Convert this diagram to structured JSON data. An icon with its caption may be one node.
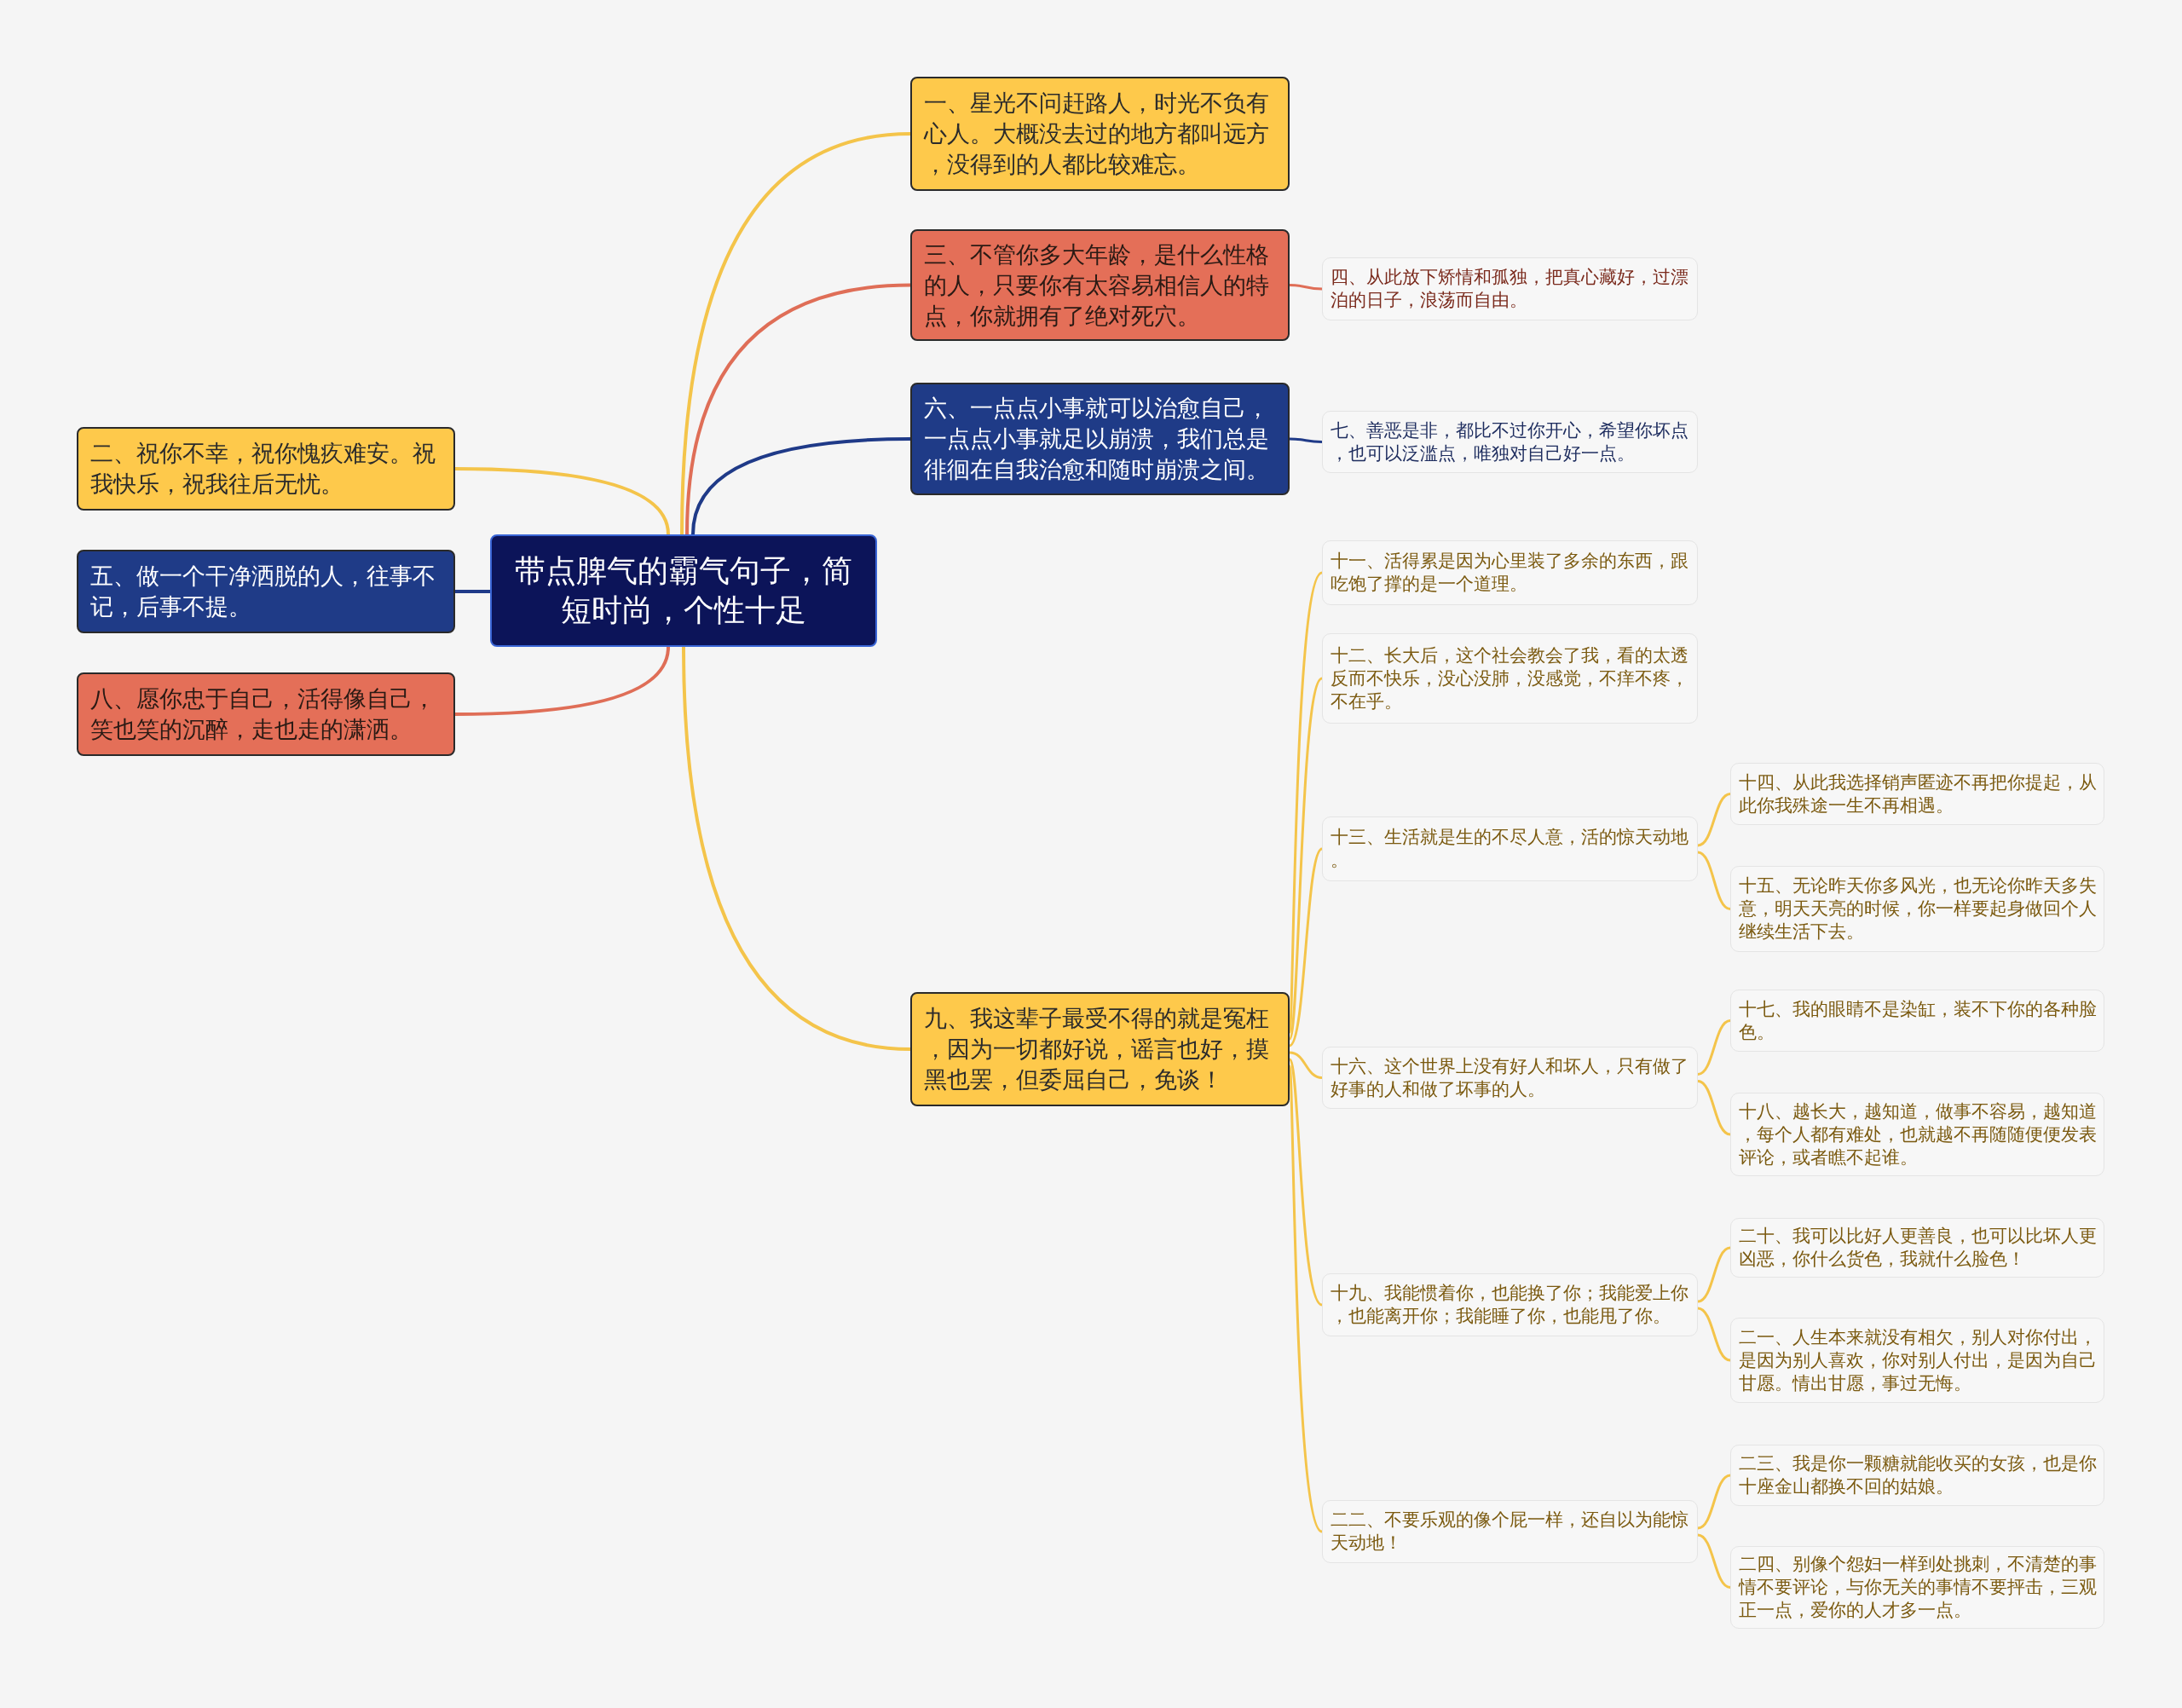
{
  "diagram": {
    "nodes": [
      {
        "text": [
          "带点脾气的霸气句子，简短时尚，个性十足"
        ]
      },
      {
        "text": [
          "一、星光不问赶路人，时光不负有心人。大概没去过的地方都叫远方，没得到的人都比较难忘。"
        ]
      },
      {
        "text": [
          "二、祝你不幸，祝你愧疚难安。祝我快乐，祝我往后无忧。"
        ]
      },
      {
        "text": [
          "三、不管你多大年龄，是什么性格的人，只要你有太容易相信人的特点，你就拥有了绝对死穴。"
        ]
      },
      {
        "text": [
          "四、从此放下矫情和孤独，把真心藏好，过漂泊的日子，浪荡而自由。"
        ]
      },
      {
        "text": [
          "五、做一个干净洒脱的人，往事不记，后事不提。"
        ]
      },
      {
        "text": [
          "六、一点点小事就可以治愈自己，一点点小事就足以崩溃，我们总是徘徊在自我治愈和随时崩溃之间。"
        ]
      },
      {
        "text": [
          "七、善恶是非，都比不过你开心，希望你坏点，也可以泛滥点，唯独对自己好一点。"
        ]
      },
      {
        "text": [
          "八、愿你忠于自己，活得像自己，笑也笑的沉醉，走也走的潇洒。"
        ]
      },
      {
        "text": [
          "九、我这辈子最受不得的就是冤枉，因为一切都好说，谣言也好，摸黑也罢，但委屈自己，免谈！"
        ]
      },
      {
        "text": [
          "十一、活得累是因为心里装了多余的东西，跟吃饱了撑的是一个道理。"
        ]
      },
      {
        "text": [
          "十二、长大后，这个社会教会了我，看的太透反而不快乐，没心没肺，没感觉，不痒不疼，不在乎。"
        ]
      },
      {
        "text": [
          "十三、生活就是生的不尽人意，活的惊天动地。"
        ]
      },
      {
        "text": [
          "十四、从此我选择销声匿迹不再把你提起，从此你我殊途一生不再相遇。"
        ]
      },
      {
        "text": [
          "十五、无论昨天你多风光，也无论你昨天多失意，明天天亮的时候，你一样要起身做回个人继续生活下去。"
        ]
      },
      {
        "text": [
          "十六、这个世界上没有好人和坏人，只有做了好事的人和做了坏事的人。"
        ]
      },
      {
        "text": [
          "十七、我的眼睛不是染缸，装不下你的各种脸色。"
        ]
      },
      {
        "text": [
          "十八、越长大，越知道，做事不容易，越知道，每个人都有难处，也就越不再随随便便发表评论，或者瞧不起谁。"
        ]
      },
      {
        "text": [
          "十九、我能惯着你，也能换了你；我能爱上你，也能离开你；我能睡了你，也能甩了你。"
        ]
      },
      {
        "text": [
          "二十、我可以比好人更善良，也可以比坏人更凶恶，你什么货色，我就什么脸色！"
        ]
      },
      {
        "text": [
          "二一、人生本来就没有相欠，别人对你付出，是因为别人喜欢，你对别人付出，是因为自己甘愿。情出甘愿，事过无悔。"
        ]
      },
      {
        "text": [
          "二二、不要乐观的像个屁一样，还自以为能惊天动地！"
        ]
      },
      {
        "text": [
          "二三、我是你一颗糖就能收买的女孩，也是你十座金山都换不回的姑娘。"
        ]
      },
      {
        "text": [
          "二四、别像个怨妇一样到处挑刺，不清楚的事情不要评论，与你无关的事情不要抨击，三观正一点，爱你的人才多一点。"
        ]
      }
    ],
    "edges": [
      {
        "from": 0,
        "to": 1,
        "arrow": "none"
      },
      {
        "from": 0,
        "to": 2,
        "arrow": "none"
      },
      {
        "from": 0,
        "to": 3,
        "arrow": "none",
        "color": "#df6e57"
      },
      {
        "from": 3,
        "to": 4,
        "arrow": "none",
        "color": "#df6e57"
      },
      {
        "from": 0,
        "to": 5,
        "arrow": "none",
        "color": "#1f3a88"
      },
      {
        "from": 0,
        "to": 6,
        "arrow": "none",
        "color": "#1f3a88"
      },
      {
        "from": 6,
        "to": 7,
        "arrow": "none",
        "color": "#1f3a88"
      },
      {
        "from": 0,
        "to": 8,
        "arrow": "none",
        "color": "#df6e57"
      },
      {
        "from": 0,
        "to": 9,
        "arrow": "none"
      },
      {
        "from": 9,
        "to": 10,
        "arrow": "none"
      },
      {
        "from": 9,
        "to": 11,
        "arrow": "none"
      },
      {
        "from": 9,
        "to": 12,
        "arrow": "none"
      },
      {
        "from": 12,
        "to": 13,
        "arrow": "none"
      },
      {
        "from": 12,
        "to": 14,
        "arrow": "none"
      },
      {
        "from": 9,
        "to": 15,
        "arrow": "none"
      },
      {
        "from": 15,
        "to": 16,
        "arrow": "none"
      },
      {
        "from": 15,
        "to": 17,
        "arrow": "none"
      },
      {
        "from": 9,
        "to": 18,
        "arrow": "none"
      },
      {
        "from": 18,
        "to": 19,
        "arrow": "none"
      },
      {
        "from": 18,
        "to": 20,
        "arrow": "none"
      },
      {
        "from": 9,
        "to": 21,
        "arrow": "none"
      },
      {
        "from": 21,
        "to": 22,
        "arrow": "none"
      },
      {
        "from": 21,
        "to": 23,
        "arrow": "none"
      }
    ]
  }
}
